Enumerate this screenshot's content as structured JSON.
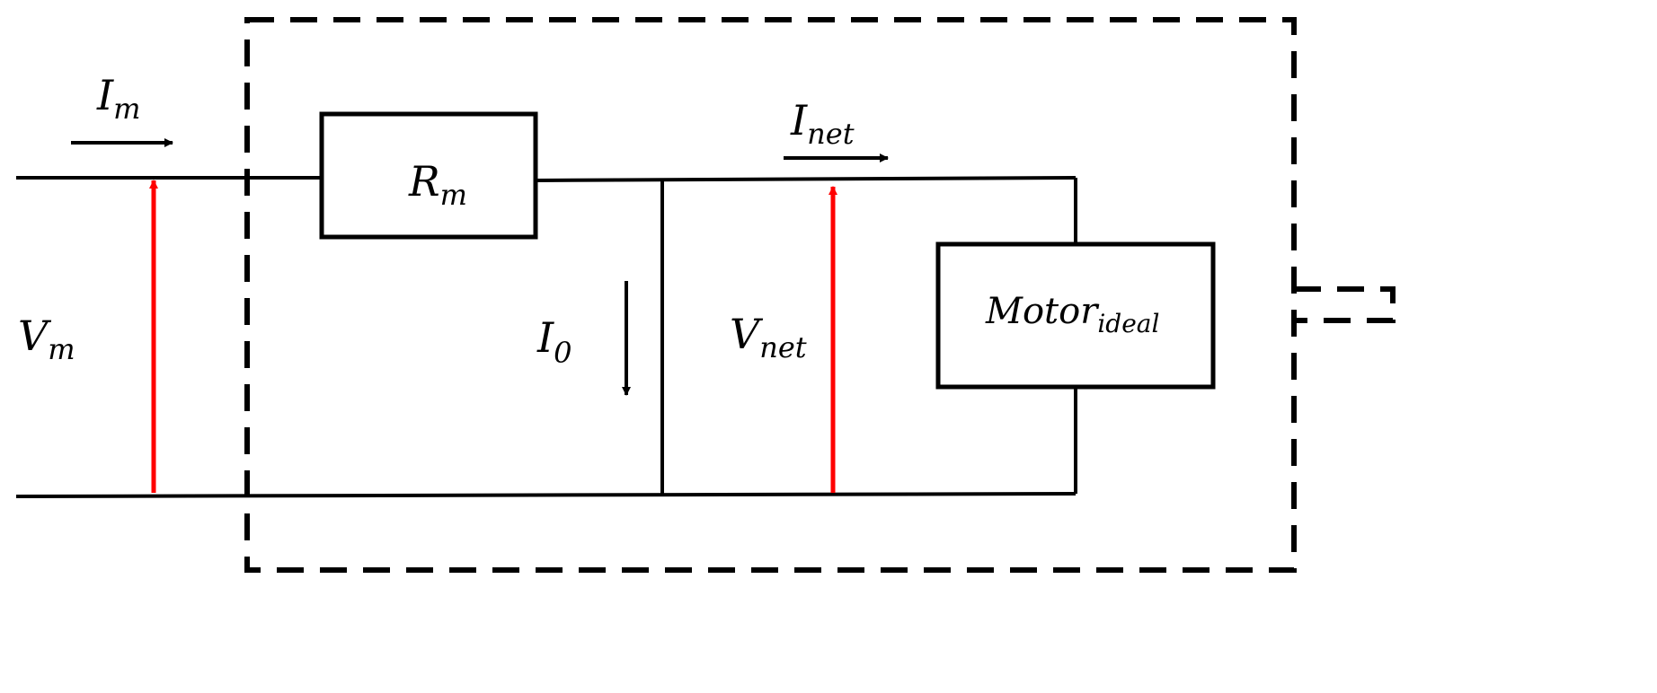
{
  "colors": {
    "wire": "#000000",
    "voltage_arrow": "#ff0000",
    "current_arrow": "#000000"
  },
  "labels": {
    "i_m": {
      "main": "I",
      "sub": "m"
    },
    "r_m": {
      "main": "R",
      "sub": "m"
    },
    "i_net": {
      "main": "I",
      "sub": "net"
    },
    "v_m": {
      "main": "V",
      "sub": "m"
    },
    "i_0": {
      "main": "I",
      "sub": "0"
    },
    "v_net": {
      "main": "V",
      "sub": "net"
    },
    "motor": {
      "main": "Motor",
      "sub": "ideal"
    }
  }
}
